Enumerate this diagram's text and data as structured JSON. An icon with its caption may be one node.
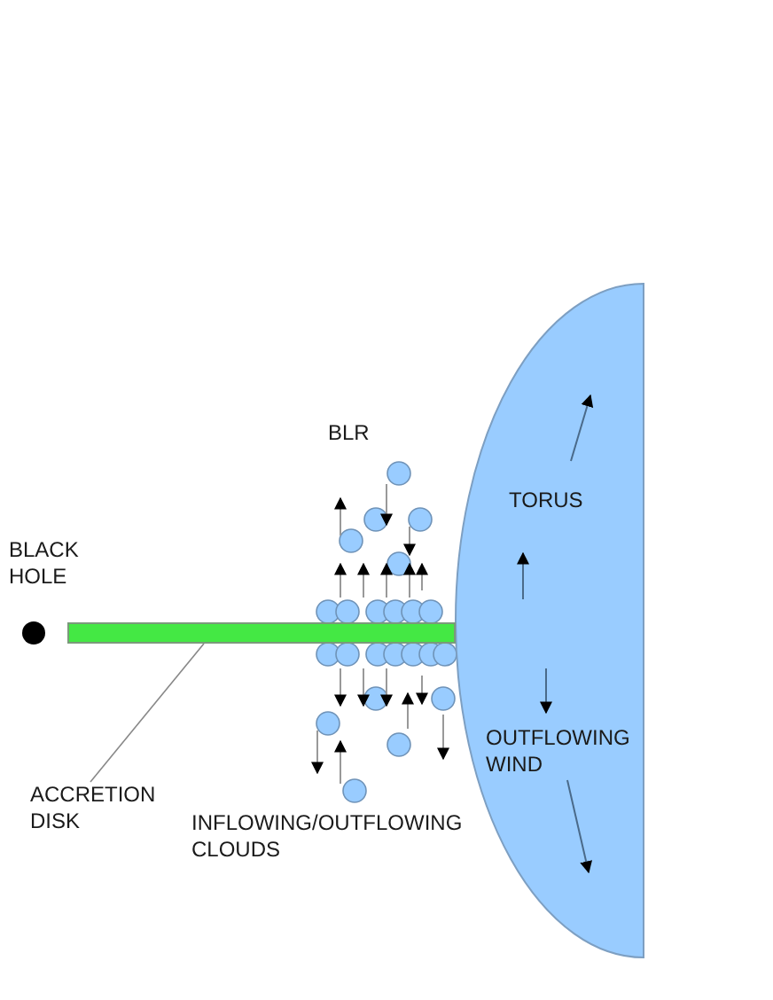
{
  "diagram": {
    "nodes": [
      {
        "text": [
          "TORUS",
          "OUTFLOWING WIND"
        ]
      },
      {
        "text": [],
        "shape": "bar"
      },
      {
        "text": [
          "ACCRETION DISK"
        ]
      }
    ],
    "edges": [
      {
        "from": 2,
        "to": 1,
        "arrow": "none"
      }
    ],
    "labels": [
      "BLR",
      "BLACK HOLE",
      "INFLOWING/OUTFLOWING CLOUDS"
    ]
  }
}
